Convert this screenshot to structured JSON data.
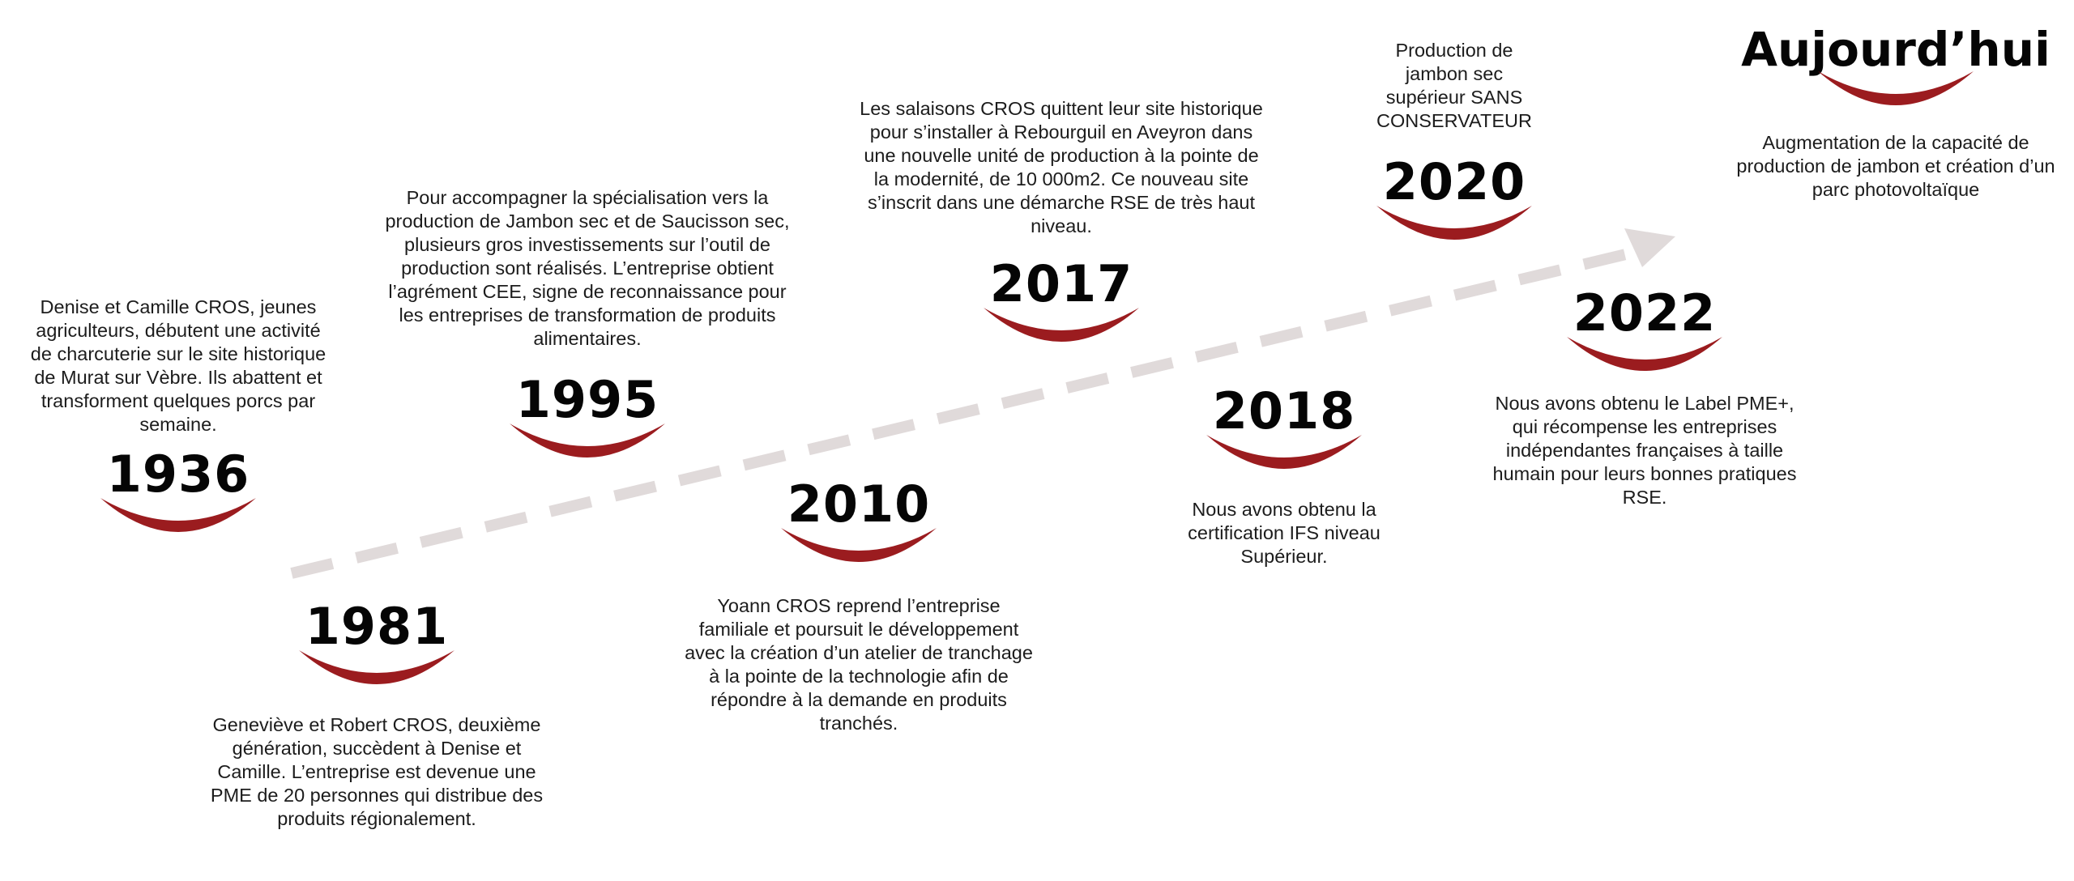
{
  "colors": {
    "arc": "#9b1c1f",
    "arrow": "#e0dada",
    "year_text": "#050505",
    "body_text": "#1c1c1c"
  },
  "timeline": {
    "events": [
      {
        "year": "1936",
        "text": "Denise et Camille CROS, jeunes agriculteurs, débutent une activité de charcuterie sur le site historique de Murat sur Vèbre. Ils abattent et transforment quelques porcs par semaine."
      },
      {
        "year": "1981",
        "text": "Geneviève et Robert CROS, deuxième génération, succèdent à Denise et Camille. L’entreprise est devenue une PME de 20 personnes qui distribue des produits régionalement."
      },
      {
        "year": "1995",
        "text": "Pour accompagner la spécialisation vers la production de Jambon sec et de Saucisson sec, plusieurs gros investissements sur l’outil de production sont réalisés. L’entreprise obtient l’agrément CEE, signe de reconnaissance pour les entreprises de transformation de produits alimentaires."
      },
      {
        "year": "2010",
        "text": "Yoann CROS reprend l’entreprise familiale et poursuit le développement avec la création d’un atelier de tranchage à la pointe de la technologie afin de répondre à la demande en produits tranchés."
      },
      {
        "year": "2017",
        "text": "Les salaisons CROS quittent leur site historique pour s’installer à Rebourguil en Aveyron dans une nouvelle unité de production à la pointe de la modernité, de 10 000m2. Ce nouveau site s’inscrit dans une démarche RSE de très haut niveau."
      },
      {
        "year": "2018",
        "text": "Nous avons obtenu la certification IFS niveau Supérieur."
      },
      {
        "year": "2020",
        "text": "Production de jambon sec supérieur SANS CONSERVATEUR"
      },
      {
        "year": "2022",
        "text": "Nous avons obtenu le Label PME+, qui récompense les entreprises indépendantes françaises à taille humain pour leurs bonnes pratiques RSE."
      },
      {
        "year": "Aujourd’hui",
        "text": "Augmentation de la capacité de production de jambon et création d’un parc photovoltaïque"
      }
    ]
  }
}
